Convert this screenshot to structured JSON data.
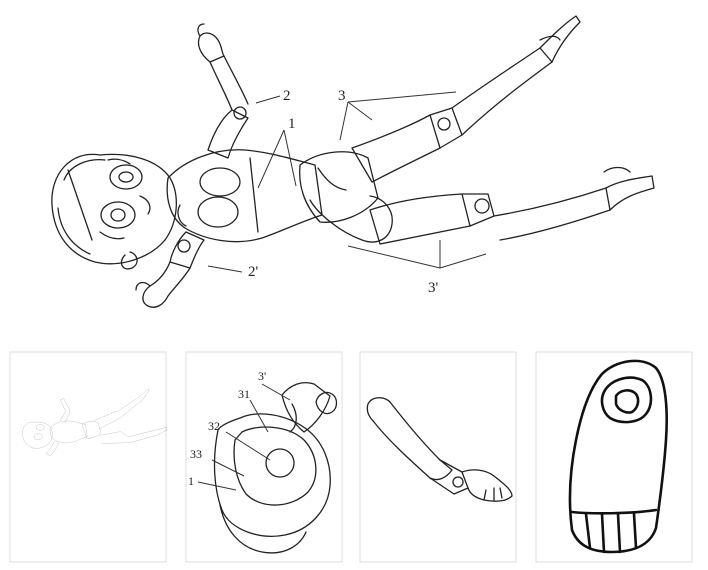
{
  "figure": {
    "main_labels": {
      "l1": "1",
      "l2": "2",
      "l2p": "2'",
      "l3": "3",
      "l3p": "3'"
    },
    "detail_labels": {
      "d3p": "3'",
      "d31": "31",
      "d32": "32",
      "d33": "33",
      "d1": "1"
    },
    "panels": [
      "mini-full-doll",
      "joint-detail",
      "arm-detail",
      "foot-detail"
    ]
  }
}
